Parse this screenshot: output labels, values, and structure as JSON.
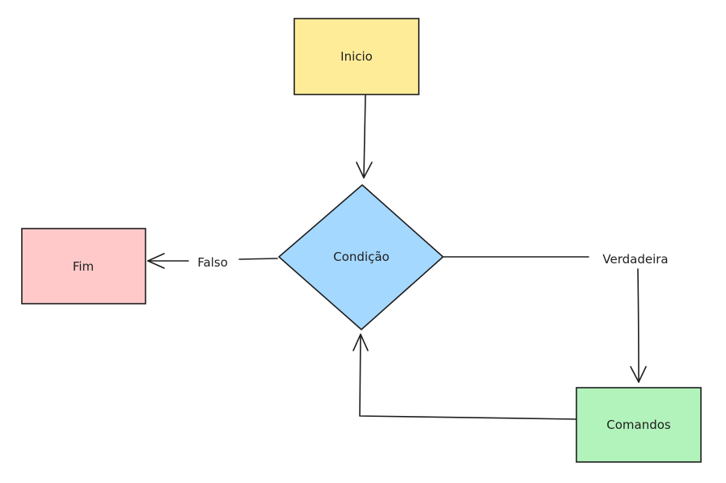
{
  "nodes": {
    "start": {
      "label": "Inicio",
      "fill": "#ffec99"
    },
    "decision": {
      "label": "Condição",
      "fill": "#a5d8ff"
    },
    "end": {
      "label": "Fim",
      "fill": "#ffc9c9"
    },
    "commands": {
      "label": "Comandos",
      "fill": "#b2f2bb"
    }
  },
  "edges": {
    "false_label": "Falso",
    "true_label": "Verdadeira"
  },
  "colors": {
    "stroke": "#1e1e1e",
    "background": "#ffffff"
  }
}
